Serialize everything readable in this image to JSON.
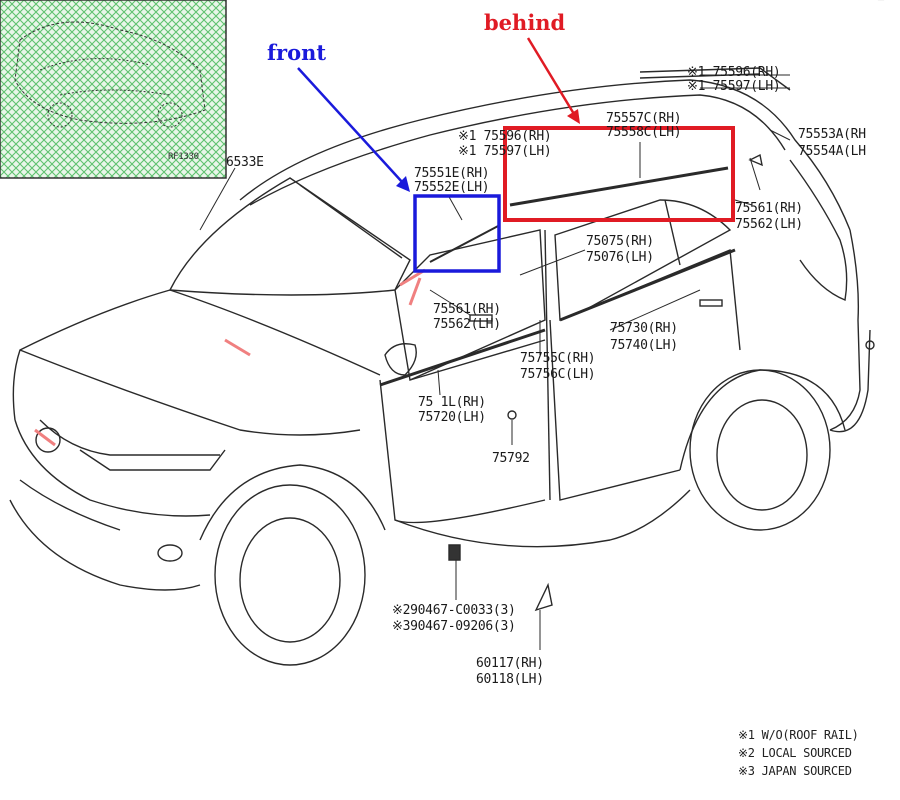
{
  "annotations": {
    "front": {
      "text": "front",
      "color": "#1a1adb"
    },
    "behind": {
      "text": "behind",
      "color": "#e01b24"
    }
  },
  "parts": {
    "p_75596": "※1 75596(RH)",
    "p_75597": "※1 75597(LH)",
    "p_75596b": "※1 75596(RH)",
    "p_75597b": "※1 75597(LH)",
    "p_75557C": "75557C(RH)",
    "p_75558C": "75558C(LH)",
    "p_75553A": "75553A(RH",
    "p_75554A": "75554A(LH",
    "p_75551E": "75551E(RH)",
    "p_75552E": "75552E(LH)",
    "p_75561a": "75561(RH)",
    "p_75562a": "75562(LH)",
    "p_75075": "75075(RH)",
    "p_75076": "75076(LH)",
    "p_75561b": "75561(RH)",
    "p_75562b": "75562(LH)",
    "p_75730": "75730(RH)",
    "p_75740": "75740(LH)",
    "p_75755C": "75755C(RH)",
    "p_75756C": "75756C(LH)",
    "p_75710": "75 1L(RH)",
    "p_75720": "75720(LH)",
    "p_75792": "75792",
    "p_75533E": "6533E",
    "p_90467a": "※290467-C0033(3)",
    "p_90467b": "※390467-09206(3)",
    "p_60117": "60117(RH)",
    "p_60118": "60118(LH)"
  },
  "notes": {
    "n1": "※1 W/O(ROOF RAIL)",
    "n2": "※2 LOCAL SOURCED",
    "n3": "※3 JAPAN SOURCED"
  },
  "thumbnail": {
    "caption": "RF1330"
  },
  "colors": {
    "front_box": "#1a1adb",
    "behind_box": "#e01b24",
    "line": "#2a2a2a",
    "inset": "#5fc26f"
  }
}
